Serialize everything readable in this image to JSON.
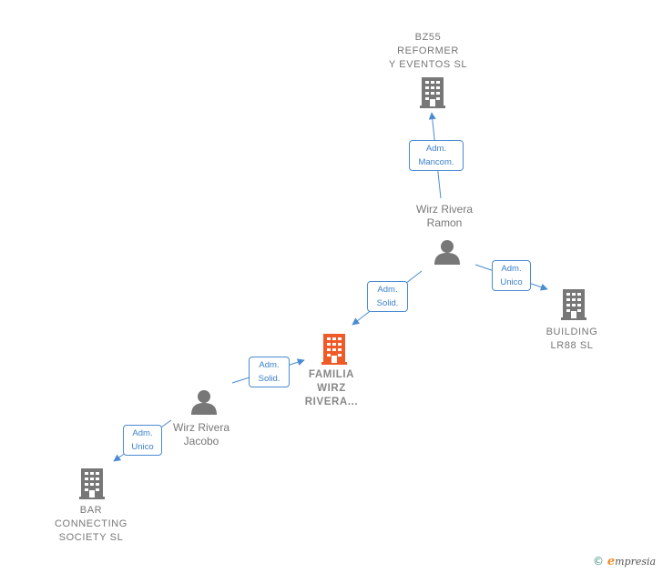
{
  "nodes": {
    "bz55": {
      "label": "BZ55\nREFORMER\nY EVENTOS  SL",
      "icon": "building-icon",
      "color": "#777777"
    },
    "familia": {
      "label": "FAMILIA\nWIRZ\nRIVERA...",
      "icon": "building-icon",
      "color": "#f05a28"
    },
    "building": {
      "label": "BUILDING\nLR88  SL",
      "icon": "building-icon",
      "color": "#777777"
    },
    "bar": {
      "label": "BAR\nCONNECTING\nSOCIETY  SL",
      "icon": "building-icon",
      "color": "#777777"
    },
    "ramon": {
      "label": "Wirz Rivera\nRamon",
      "icon": "person-icon",
      "color": "#777777"
    },
    "jacobo": {
      "label": "Wirz Rivera\nJacobo",
      "icon": "person-icon",
      "color": "#777777"
    }
  },
  "edges": {
    "ramon_bz55": "Adm.\nMancom.",
    "ramon_familia": "Adm.\nSolid.",
    "ramon_building": "Adm.\nUnico",
    "jacobo_familia": "Adm.\nSolid.",
    "jacobo_bar": "Adm.\nUnico"
  },
  "colors": {
    "edge": "#4a8bd1",
    "focus": "#f05a28",
    "node": "#777777"
  },
  "footer": {
    "symbol": "©",
    "brand_initial": "e",
    "brand_rest": "mpresia"
  }
}
